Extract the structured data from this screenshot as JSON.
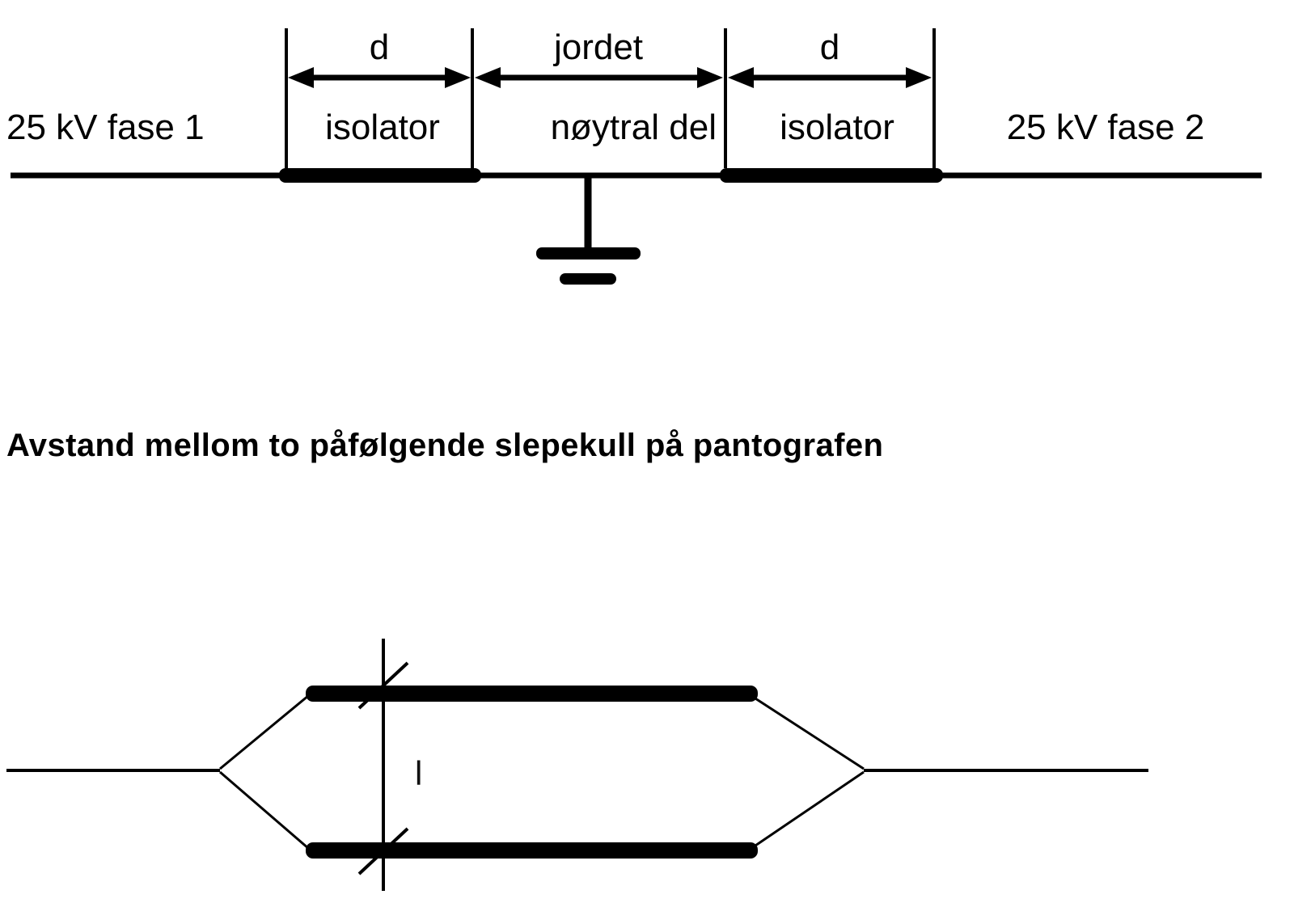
{
  "page": {
    "background_color": "#ffffff",
    "ink_color": "#000000"
  },
  "top_diagram": {
    "left_phase_label": "25 kV fase 1",
    "right_phase_label": "25 kV fase 2",
    "dimension_d_left": "d",
    "dimension_jordet": "jordet",
    "dimension_d_right": "d",
    "isolator_left_label": "isolator",
    "neutral_section_label": "nøytral del",
    "isolator_right_label": "isolator"
  },
  "heading": {
    "text": "Avstand mellom to påfølgende slepekull på pantografen"
  },
  "bottom_diagram": {
    "distance_label": "l"
  }
}
